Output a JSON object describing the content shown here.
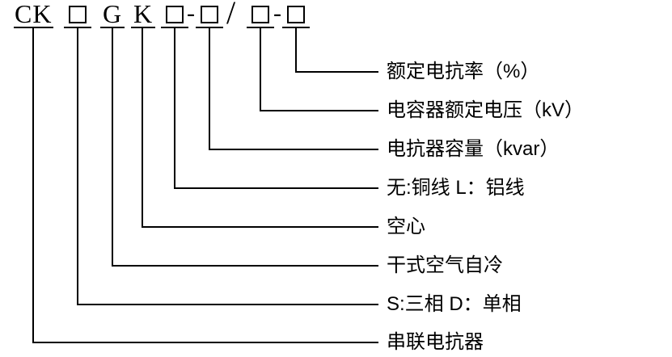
{
  "code": {
    "series": "CK",
    "g": "G",
    "k": "K",
    "dash": "-",
    "slash": "/"
  },
  "labels": [
    "额定电抗率（%）",
    "电容器额定电压（kV）",
    "电抗器容量（kvar）",
    "无:铜线  L：铝线",
    "空心",
    "干式空气自冷",
    "S:三相 D：单相",
    "串联电抗器"
  ]
}
